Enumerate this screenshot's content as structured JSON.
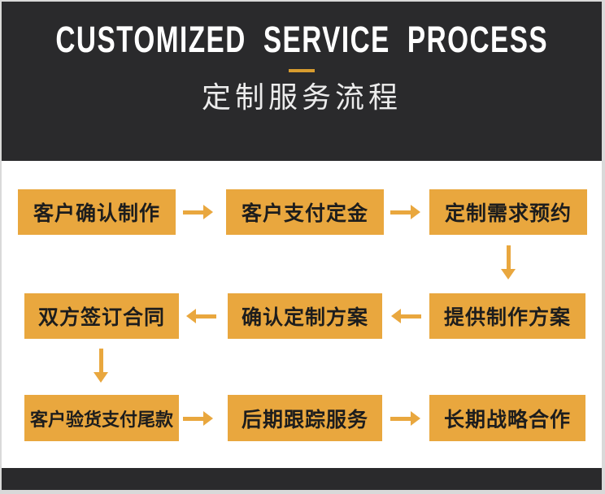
{
  "header": {
    "title_en": "CUSTOMIZED SERVICE PROCESS",
    "title_zh": "定制服务流程"
  },
  "flow": {
    "rows": [
      {
        "direction": "right",
        "boxes": [
          "客户确认制作",
          "客户支付定金",
          "定制需求预约"
        ]
      },
      {
        "direction": "left",
        "boxes": [
          "双方签订合同",
          "确认定制方案",
          "提供制作方案"
        ]
      },
      {
        "direction": "right",
        "boxes": [
          "客户验货支付尾款",
          "后期跟踪服务",
          "长期战略合作"
        ]
      }
    ],
    "sequence": [
      "客户确认制作",
      "客户支付定金",
      "定制需求预约",
      "提供制作方案",
      "确认定制方案",
      "双方签订合同",
      "客户验货支付尾款",
      "后期跟踪服务",
      "长期战略合作"
    ]
  },
  "colors": {
    "accent_gold": "#E9A73E",
    "divider_gold": "#D89C2F",
    "dark_bar": "#2A2A2C",
    "box_text": "#1D1D1D",
    "frame_border": "#D9D9D9"
  }
}
